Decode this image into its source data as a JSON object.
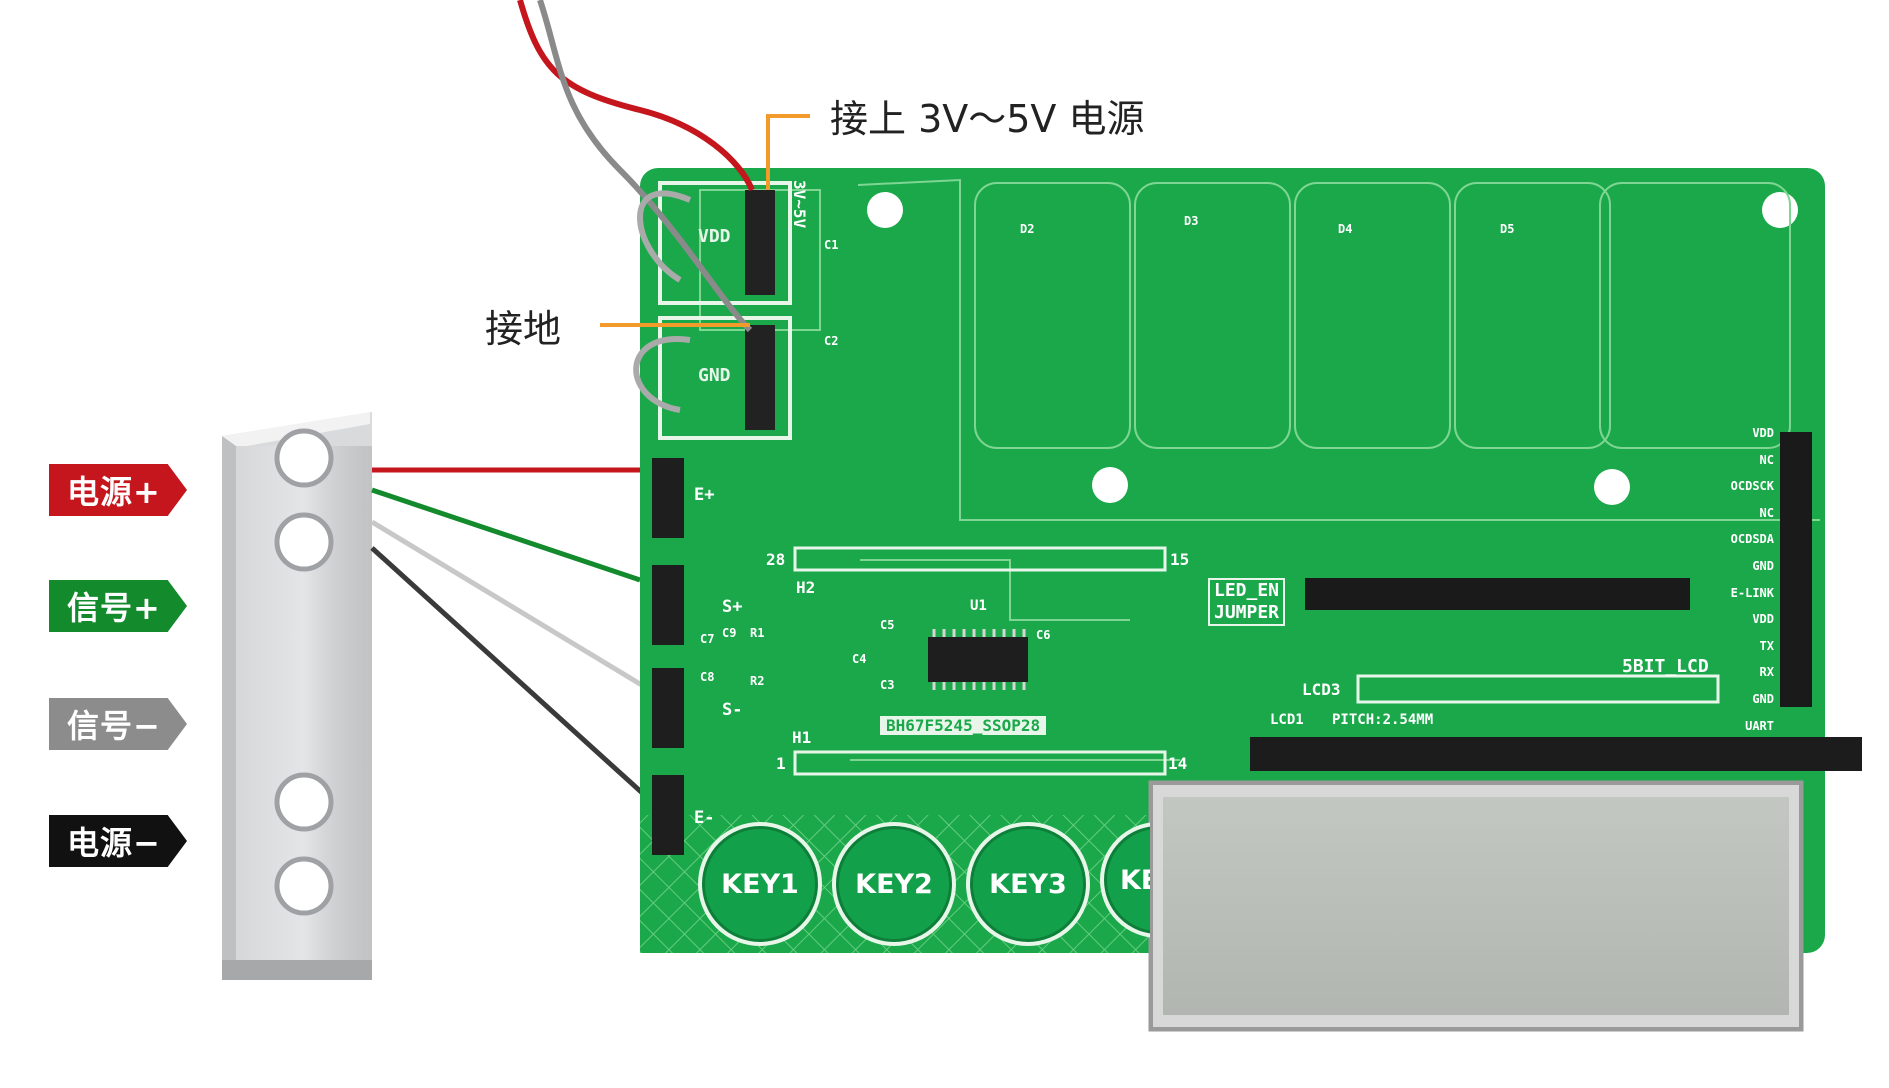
{
  "callouts": {
    "power_supply": "接上 3V～5V 电源",
    "ground": "接地"
  },
  "wire_tags": [
    {
      "label": "电源+",
      "color": "#c4161c"
    },
    {
      "label": "信号+",
      "color": "#138a2c"
    },
    {
      "label": "信号−",
      "color": "#8c8c8c"
    },
    {
      "label": "电源−",
      "color": "#111111"
    }
  ],
  "board": {
    "color": "#1aa84a",
    "chip_label": "BH67F5245_SSOP28",
    "led_jumper": [
      "LED_EN",
      "JUMPER"
    ],
    "lcd_header": "5BIT_LCD",
    "lcd3": "LCD3",
    "lcd1": "LCD1",
    "pitch": "PITCH:2.54MM",
    "h2": "H2",
    "h1": "H1",
    "h2_start": "28",
    "h2_end": "15",
    "h1_start": "1",
    "h1_end": "14",
    "vdd_box": "VDD",
    "gnd_box": "GND",
    "voltage_label": "3V~5V",
    "u1": "U1",
    "sensor_pins": [
      "E+",
      "S+",
      "S-",
      "E-"
    ],
    "right_pins": [
      "VDD",
      "NC",
      "OCDSCK",
      "NC",
      "OCDSDA",
      "GND",
      "E-LINK",
      "VDD",
      "TX",
      "RX",
      "GND",
      "UART"
    ],
    "keys": [
      "KEY1",
      "KEY2",
      "KEY3",
      "KE"
    ],
    "components": [
      "C1",
      "C2",
      "C3",
      "C4",
      "C5",
      "C6",
      "C7",
      "C8",
      "C9",
      "R1",
      "R2",
      "D2",
      "D3",
      "D4",
      "D5"
    ]
  },
  "icons": [
    "load-cell-bar",
    "pcb-board",
    "lcd-panel",
    "pin-header"
  ]
}
